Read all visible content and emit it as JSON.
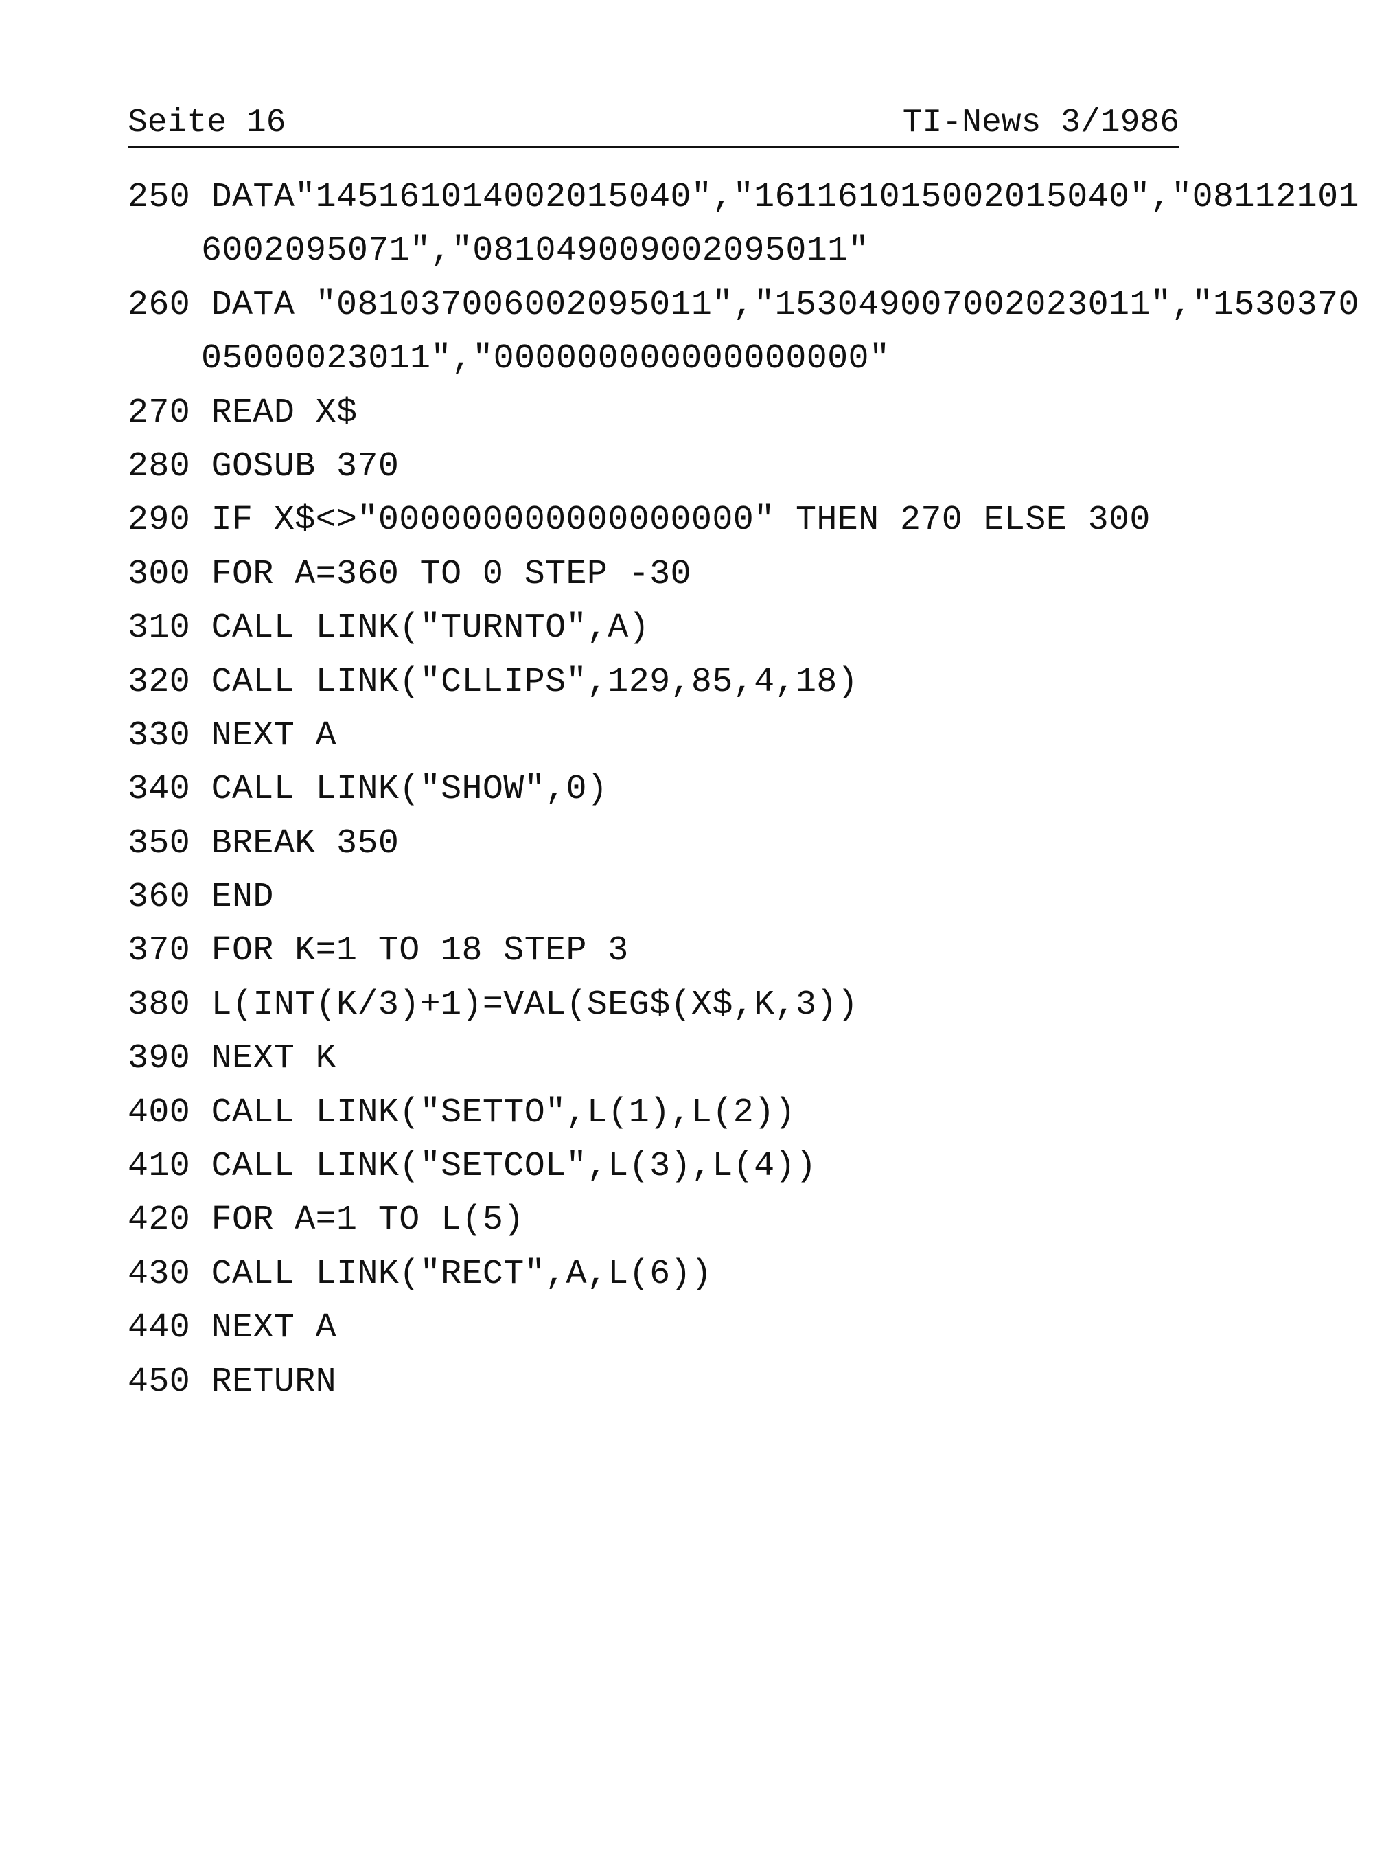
{
  "header": {
    "left": "Seite 16",
    "right": "TI-News 3/1986"
  },
  "lines": [
    "250 DATA\"145161014002015040\",\"161161015002015040\",\"08112101",
    "6002095071\",\"081049009002095011\"",
    "260 DATA \"081037006002095011\",\"153049007002023011\",\"1530370",
    "05000023011\",\"000000000000000000\"",
    "270 READ X$",
    "280 GOSUB 370",
    "290 IF X$<>\"000000000000000000\" THEN 270 ELSE 300",
    "300 FOR A=360 TO 0 STEP -30",
    "310 CALL LINK(\"TURNTO\",A)",
    "320 CALL LINK(\"CLLIPS\",129,85,4,18)",
    "330 NEXT A",
    "340 CALL LINK(\"SHOW\",0)",
    "350 BREAK 350",
    "360 END",
    "370 FOR K=1 TO 18 STEP 3",
    "380 L(INT(K/3)+1)=VAL(SEG$(X$,K,3))",
    "390 NEXT K",
    "400 CALL LINK(\"SETTO\",L(1),L(2))",
    "410 CALL LINK(\"SETCOL\",L(3),L(4))",
    "420 FOR A=1 TO L(5)",
    "430 CALL LINK(\"RECT\",A,L(6))",
    "440 NEXT A",
    "450 RETURN"
  ]
}
